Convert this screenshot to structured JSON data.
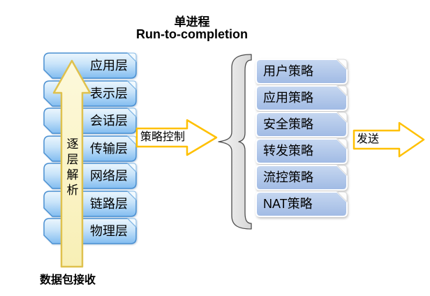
{
  "title": {
    "line1": "单进程",
    "line2": "Run-to-completion"
  },
  "left_stack": {
    "layers": [
      "应用层",
      "表示层",
      "会话层",
      "传输层",
      "网络层",
      "链路层",
      "物理层"
    ],
    "arrow_label": "逐层解析",
    "bottom_label": "数据包接收"
  },
  "middle": {
    "arrow_label": "策略控制"
  },
  "right_stack": {
    "policies": [
      "用户策略",
      "应用策略",
      "安全策略",
      "转发策略",
      "流控策略",
      "NAT策略"
    ]
  },
  "output": {
    "arrow_label": "发送"
  },
  "colors": {
    "layer_box_border": "#4a90d2",
    "layer_box_fill_bottom": "#85bdf0",
    "policy_box_fill": "#a9c0e6",
    "up_arrow_fill": "#fbf5ca",
    "up_arrow_border": "#dfc14d",
    "flow_arrow_border": "#ffc000",
    "brace_fill": "#e8e8e8",
    "text_color": "#000000"
  }
}
